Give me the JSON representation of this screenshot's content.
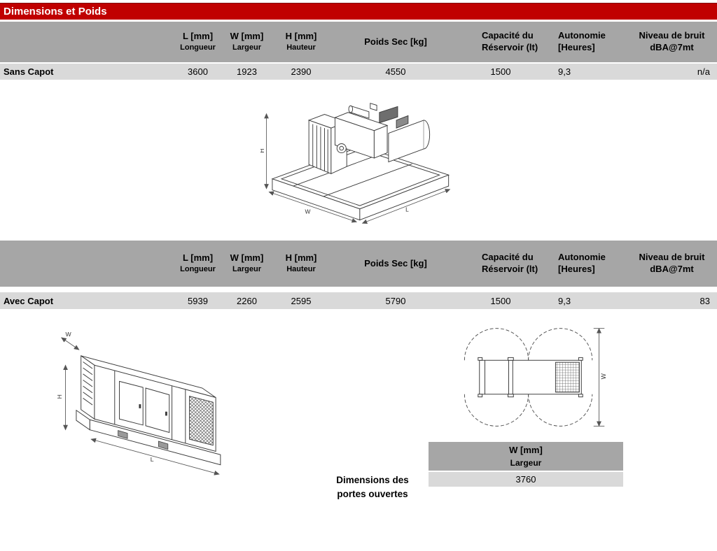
{
  "title_bar": {
    "label": "Dimensions et Poids"
  },
  "columns": {
    "l_line1": "L [mm]",
    "l_line2": "Longueur",
    "w_line1": "W [mm]",
    "w_line2": "Largeur",
    "h_line1": "H [mm]",
    "h_line2": "Hauteur",
    "poids": "Poids Sec [kg]",
    "cap_line1": "Capacité du",
    "cap_line2": "Réservoir (lt)",
    "auto_line1": "Autonomie",
    "auto_line2": "[Heures]",
    "bruit_line1": "Niveau de bruit",
    "bruit_line2": "dBA@7mt"
  },
  "sans_capot": {
    "label": "Sans Capot",
    "l": "3600",
    "w": "1923",
    "h": "2390",
    "poids_sec": "4550",
    "capacite_reservoir": "1500",
    "autonomie": "9,3",
    "niveau_bruit": "n/a"
  },
  "avec_capot": {
    "label": "Avec Capot",
    "l": "5939",
    "w": "2260",
    "h": "2595",
    "poids_sec": "5790",
    "capacite_reservoir": "1500",
    "autonomie": "9,3",
    "niveau_bruit": "83"
  },
  "portes_ouvertes": {
    "caption_line1": "Dimensions des",
    "caption_line2": "portes ouvertes",
    "header_line1": "W [mm]",
    "header_line2": "Largeur",
    "value": "3760"
  },
  "drawings": {
    "dim_h_label": "H",
    "dim_l_label": "L",
    "dim_w_label": "W"
  },
  "colors": {
    "accent_red": "#C00000",
    "header_gray": "#A6A6A6",
    "row_gray": "#D9D9D9"
  }
}
